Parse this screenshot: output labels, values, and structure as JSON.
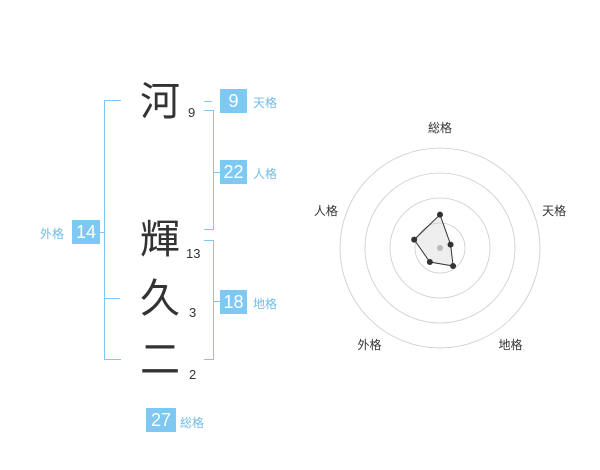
{
  "name": {
    "chars": [
      {
        "char": "河",
        "strokes": "9"
      },
      {
        "char": "輝",
        "strokes": "13"
      },
      {
        "char": "久",
        "strokes": "3"
      },
      {
        "char": "二",
        "strokes": "2"
      }
    ]
  },
  "kaku": {
    "tenkaku": {
      "value": "9",
      "label": "天格"
    },
    "jinkaku": {
      "value": "22",
      "label": "人格"
    },
    "chikaku": {
      "value": "18",
      "label": "地格"
    },
    "gaikaku": {
      "value": "14",
      "label": "外格"
    },
    "soukaku": {
      "value": "27",
      "label": "総格"
    }
  },
  "colors": {
    "accent": "#7ec8f2",
    "text": "#333333"
  },
  "chart_data": {
    "type": "radar",
    "axes": [
      "総格",
      "天格",
      "地格",
      "外格",
      "人格"
    ],
    "values": [
      27,
      9,
      18,
      14,
      22
    ],
    "range": [
      0,
      81
    ],
    "rings": 4
  }
}
